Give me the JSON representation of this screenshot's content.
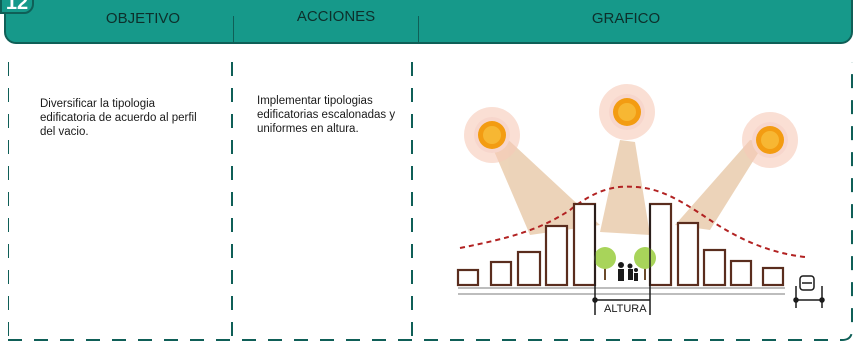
{
  "header": {
    "badge": "12",
    "col1": "OBJETIVO",
    "col2": "ACCIONES",
    "col3": "GRAFICO"
  },
  "content": {
    "objetivo": "Diversificar la tipologia edificatoria de acuerdo al perfil del vacio.",
    "acciones": "Implementar tipologias edificatorias escalonadas y uniformes en altura."
  },
  "graphic": {
    "altura_label": "ALTURA",
    "colors": {
      "building_stroke": "#5a2d1e",
      "sun": "#f39c12",
      "sun_glow": "#f6c9b8",
      "light_beam": "#e8c9a8",
      "profile_curve": "#b22222",
      "tree": "#a8d45a",
      "ground": "#bdbdbd"
    }
  }
}
